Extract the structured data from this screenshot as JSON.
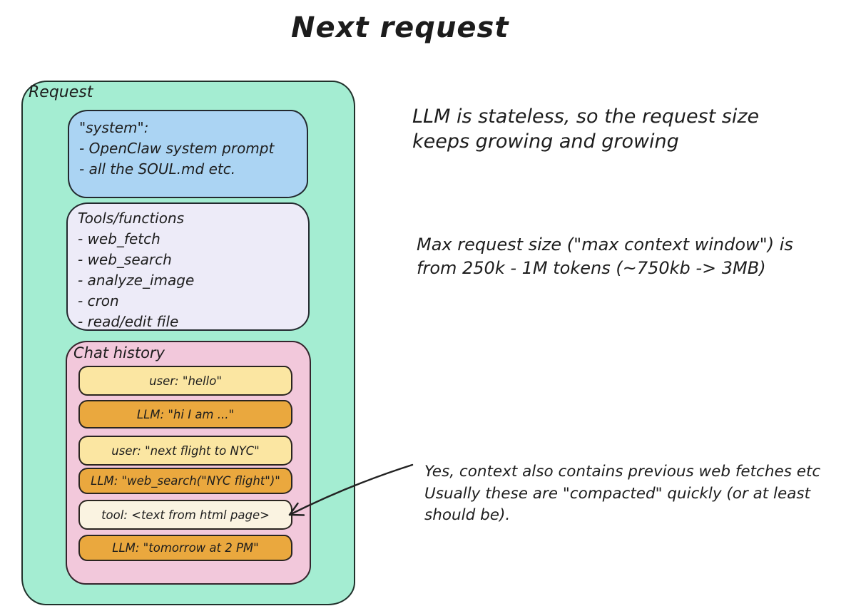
{
  "title": "Next request",
  "request_box": {
    "label": "Request",
    "system_box": {
      "text": "\"system\":\n- OpenClaw system prompt\n-  all the SOUL.md etc."
    },
    "tools_box": {
      "text": "Tools/functions\n- web_fetch\n- web_search\n- analyze_image\n- cron\n- read/edit file"
    },
    "chat_history": {
      "label": "Chat history",
      "messages": [
        {
          "type": "user",
          "text": "user: \"hello\""
        },
        {
          "type": "llm",
          "text": "LLM: \"hi I am ...\""
        },
        {
          "type": "user",
          "text": "user: \"next flight to NYC\""
        },
        {
          "type": "llm",
          "text": "LLM: \"web_search(\"NYC flight\")\""
        },
        {
          "type": "tool",
          "text": "tool: <text from html page>"
        },
        {
          "type": "llm",
          "text": "LLM: \"tomorrow at 2 PM\""
        }
      ]
    }
  },
  "annotations": {
    "stateless": "LLM is stateless, so the request size\nkeeps growing and growing",
    "max_size": "Max request size (\"max context window\") is\nfrom 250k - 1M tokens (~750kb -> 3MB)",
    "compaction": "Yes, context also contains previous web fetches etc\nUsually these are \"compacted\" quickly (or at least\nshould be)."
  },
  "colors": {
    "green": "#a4edd2",
    "blue": "#abd4f3",
    "lavender": "#edebf8",
    "pink": "#f2c8db",
    "yellow": "#fbe6a2",
    "orange": "#eaa83e",
    "cream": "#faf3e1",
    "ink": "#1d1d1d"
  }
}
